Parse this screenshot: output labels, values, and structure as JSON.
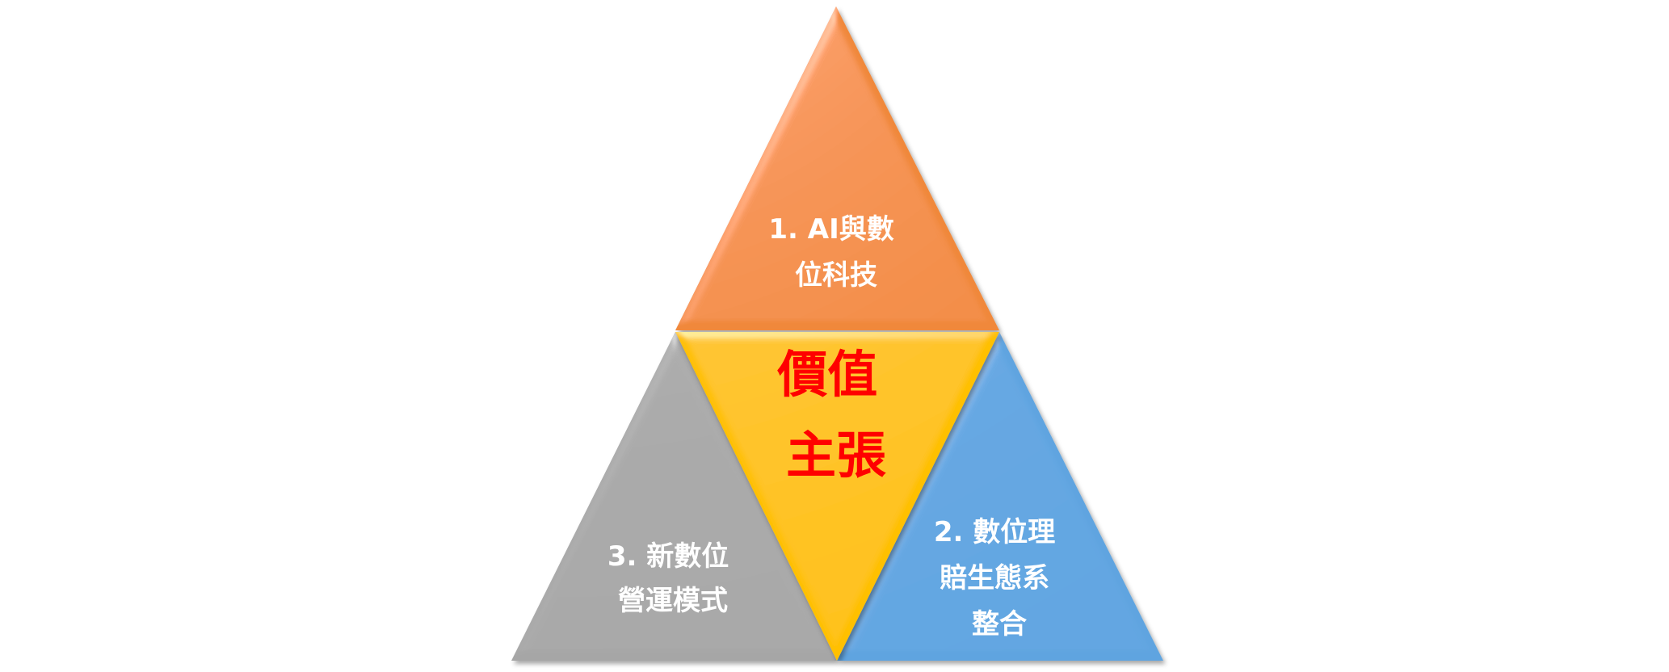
{
  "diagram": {
    "center": {
      "lines": [
        "價值",
        "主張"
      ],
      "color": "#ff0000",
      "fill": "#ffc000"
    },
    "top": {
      "lines": [
        "1. AI與數",
        "位科技"
      ],
      "fill": "#f0883a"
    },
    "right": {
      "lines": [
        "2. 數位理",
        "賠生態系",
        "整合"
      ],
      "fill": "#5fa4e0"
    },
    "left": {
      "lines": [
        "3. 新數位",
        "營運模式"
      ],
      "fill": "#a6a6a6"
    }
  }
}
